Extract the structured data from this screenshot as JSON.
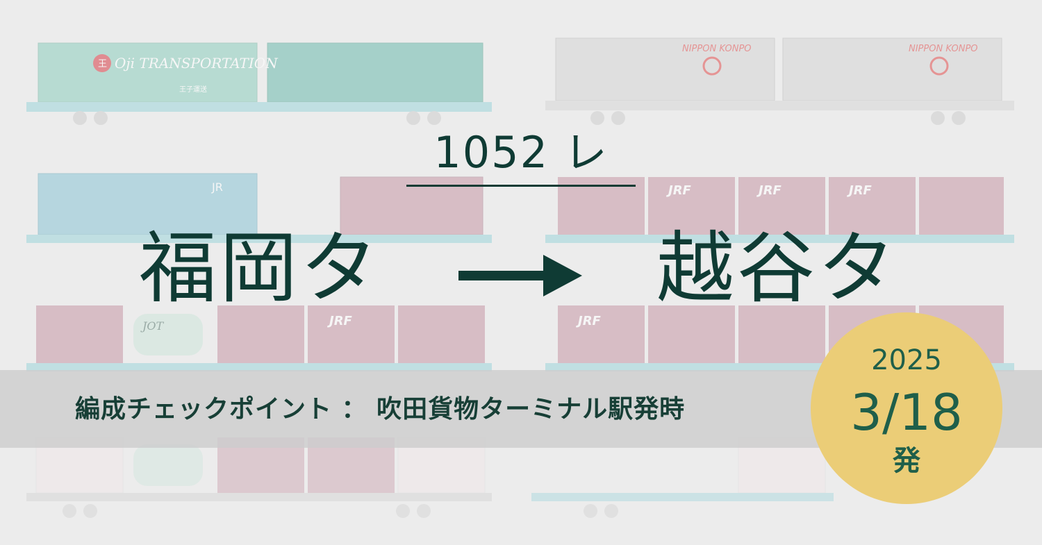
{
  "train": {
    "number": "1052 レ"
  },
  "route": {
    "from": "福岡タ",
    "to": "越谷タ"
  },
  "banner": {
    "text": "編成チェックポイント ： 吹田貨物ターミナル駅発時"
  },
  "departure": {
    "year": "2025",
    "date": "3/18",
    "label": "発"
  },
  "colors": {
    "text": "#0f3b34",
    "banner_text": "#173f36",
    "badge": "#ebcd77",
    "badge_text": "#1f5f4a",
    "container_pink": "#c89aa8",
    "container_teal": "#8fd0bf",
    "container_blue": "#8cc6d6",
    "container_gray": "#d6d6d6",
    "wagon_deck": "#9fd6dc"
  },
  "background": {
    "container_labels": {
      "oji": "Oji TRANSPORTATION",
      "oji_jp": "王子運送",
      "nippon_konpo": "NIPPON KONPO",
      "jrf": "JRF",
      "jot": "JOT",
      "jr": "JR"
    }
  }
}
